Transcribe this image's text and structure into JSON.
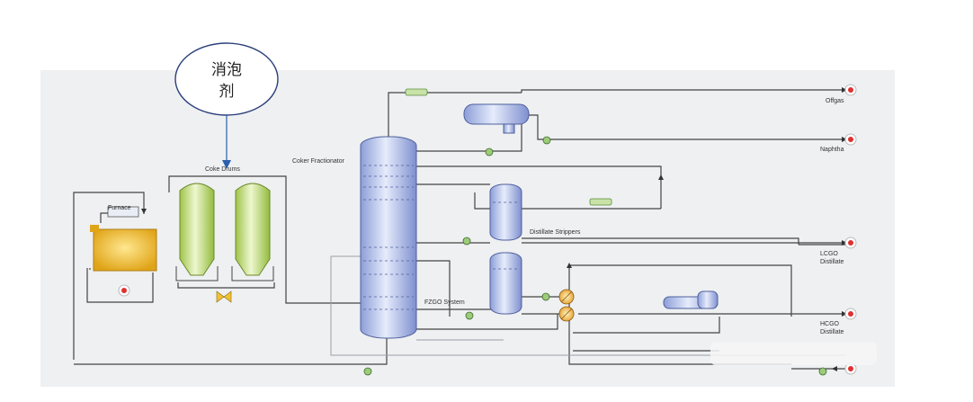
{
  "callout": {
    "line1": "消泡",
    "line2": "剂"
  },
  "labels": {
    "coke_drums": "Coke Drums",
    "furnace": "Furnace",
    "coker_fractionator": "Coker Fractionator",
    "distillate_strippers": "Distillate Strippers",
    "fzgo_system": "FZGO System"
  },
  "products": {
    "offgas": "Offgas",
    "naphtha": "Naphtha",
    "lcgo_line1": "LCGO",
    "lcgo_line2": "Distillate",
    "hcgo_line1": "HCGO",
    "hcgo_line2": "Distillate"
  },
  "colors": {
    "panel": "#eef0f2",
    "pipe": "#444444",
    "column": "#aab8e6",
    "drum": "#c6e07a",
    "furnace": "#f2c230",
    "valve": "#9ccc7a",
    "product_marker": "#e03030",
    "exchanger": "#f0a030"
  }
}
